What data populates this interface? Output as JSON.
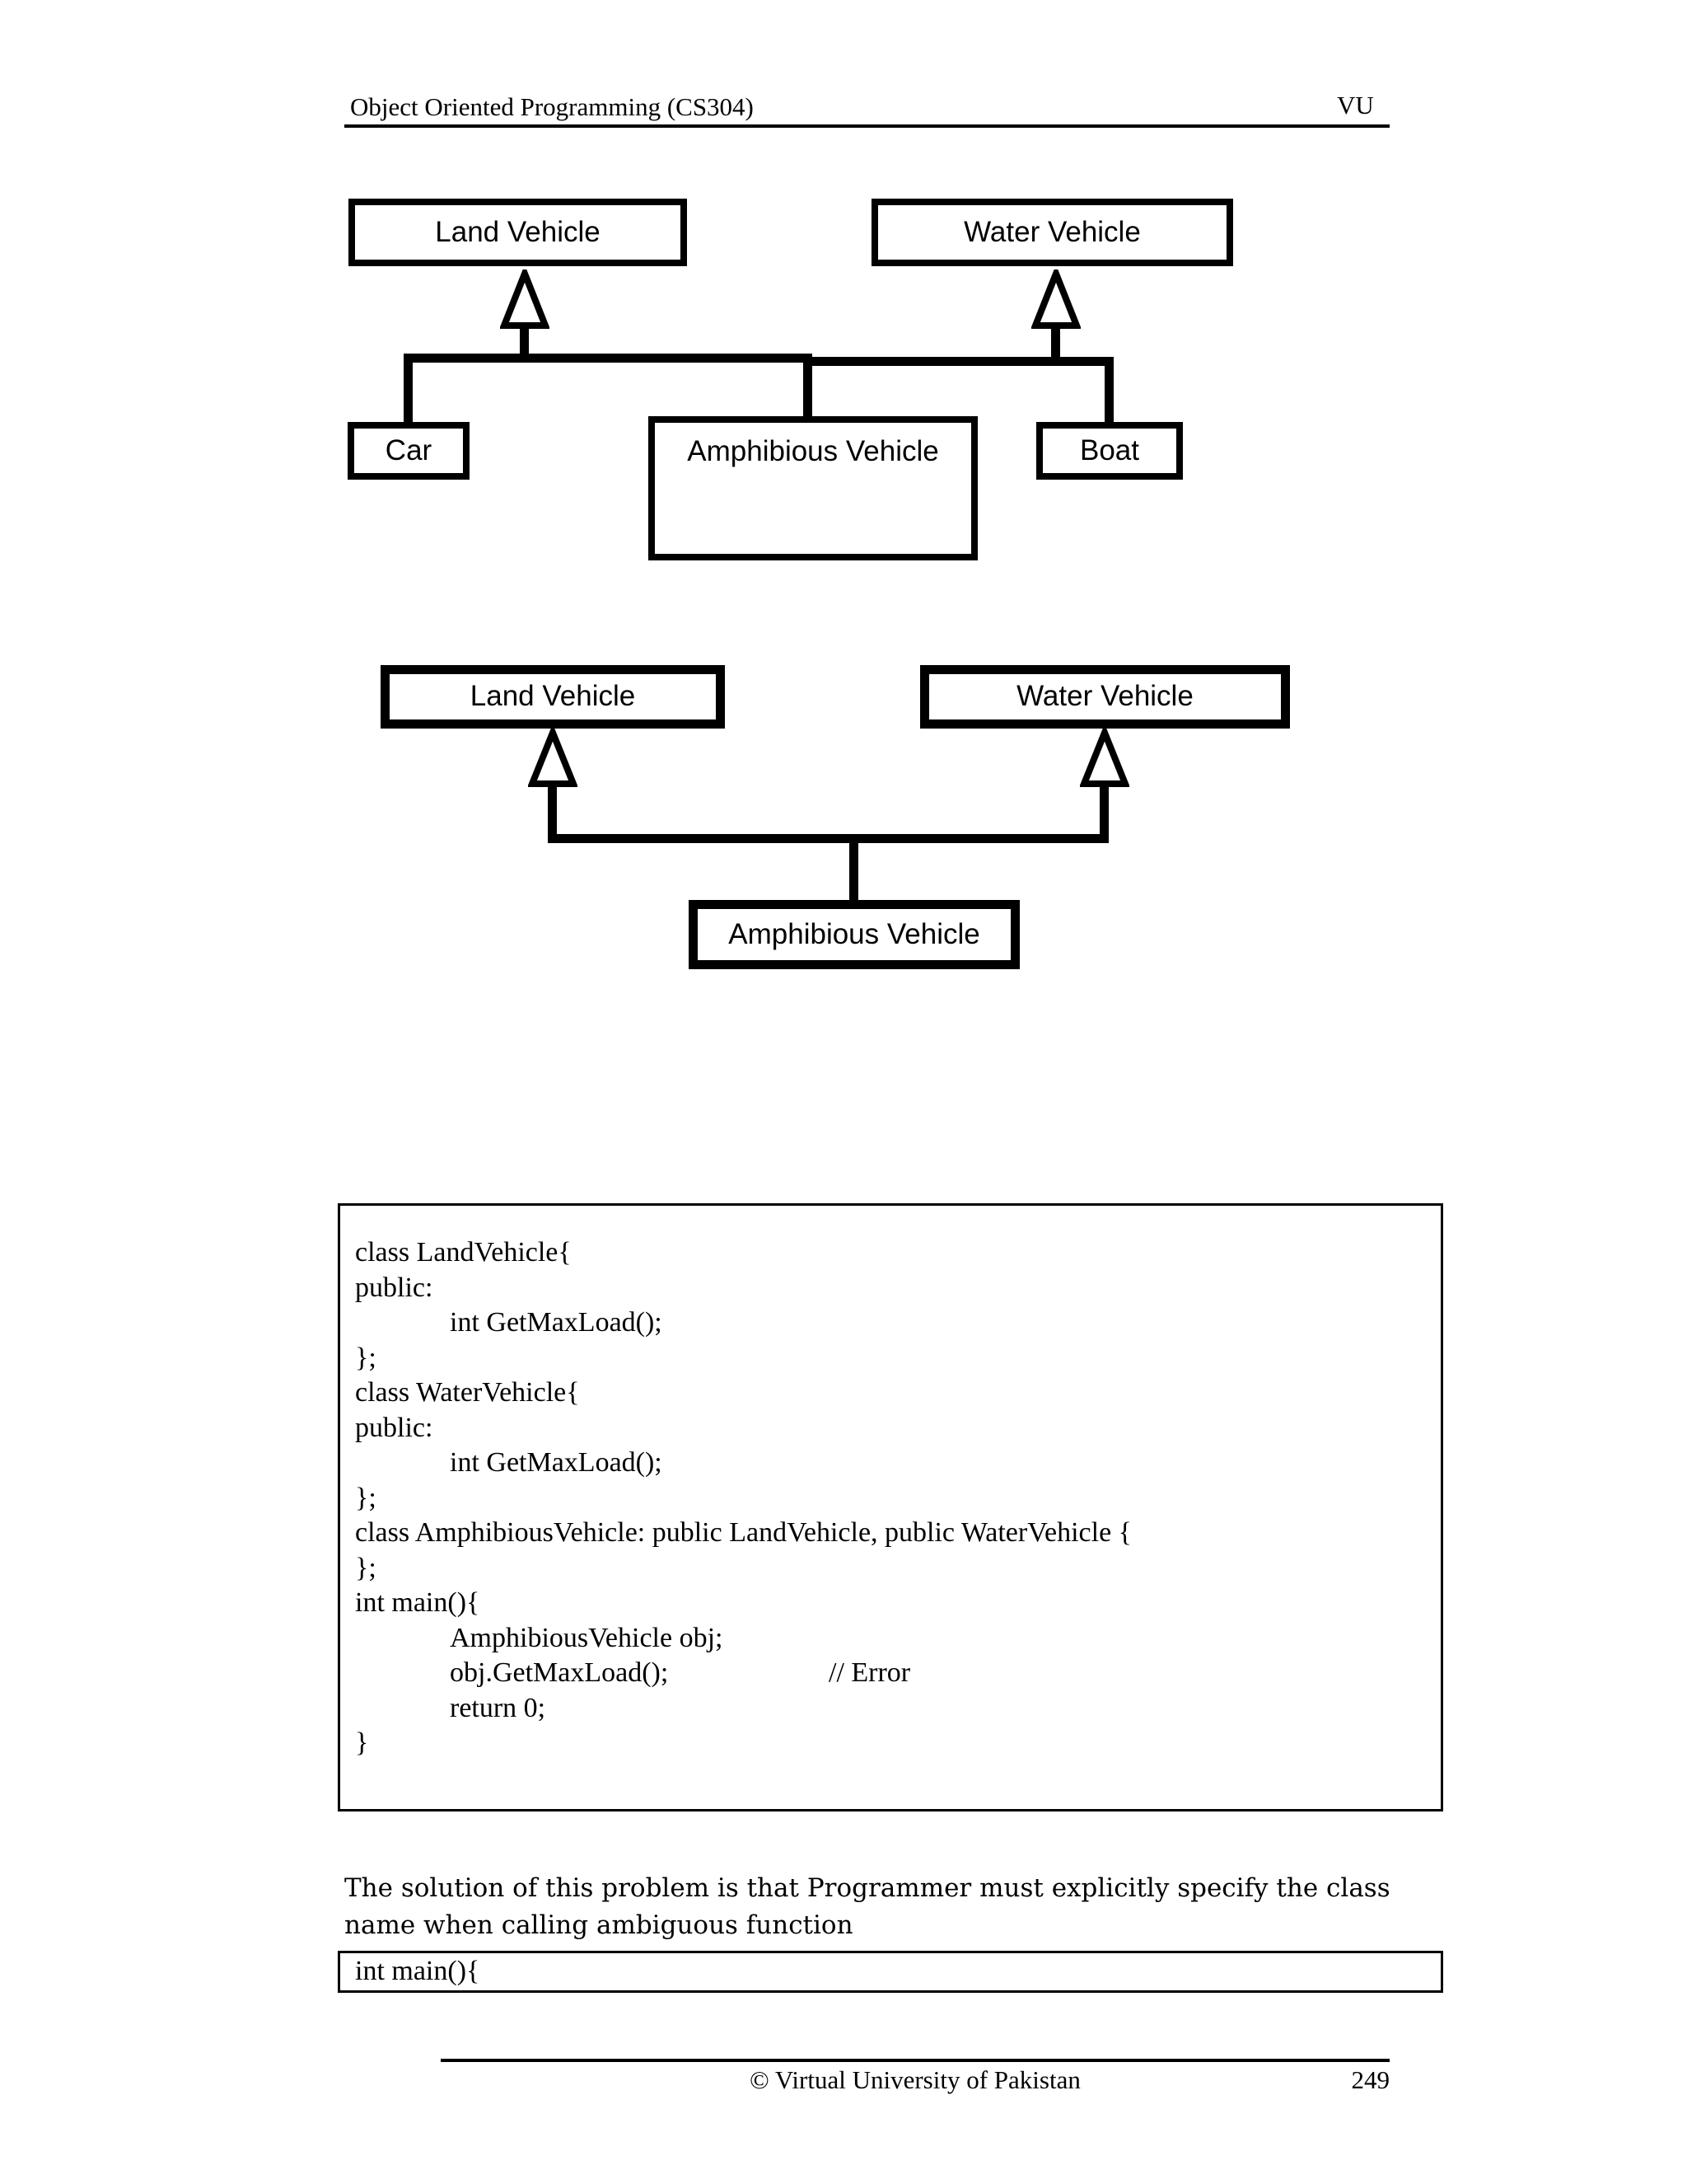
{
  "header": {
    "course_title": "Object Oriented Programming (CS304)",
    "university_code": "VU"
  },
  "diagrams": {
    "multiple_inheritance": {
      "land": "Land Vehicle",
      "water": "Water Vehicle",
      "car": "Car",
      "amphibious": "Amphibious Vehicle",
      "boat": "Boat"
    },
    "diamond": {
      "land": "Land Vehicle",
      "water": "Water Vehicle",
      "amphibious": "Amphibious Vehicle"
    }
  },
  "code_block_1": {
    "lines": [
      "class LandVehicle{",
      "public:",
      "\tint GetMaxLoad();",
      "};",
      "class WaterVehicle{",
      "public:",
      "\tint GetMaxLoad();",
      "};",
      "class AmphibiousVehicle: public LandVehicle, public WaterVehicle {",
      "};",
      "int main(){",
      "\tAmphibiousVehicle obj;",
      "\tobj.GetMaxLoad();\t\t// Error",
      "\treturn 0;",
      "}"
    ]
  },
  "solution_paragraph": "The solution of this problem is that Programmer must explicitly specify the class name when calling ambiguous function",
  "code_block_2": {
    "lines": [
      "int main(){"
    ]
  },
  "footer": {
    "copyright": "© Virtual University of Pakistan",
    "page_number": "249"
  }
}
